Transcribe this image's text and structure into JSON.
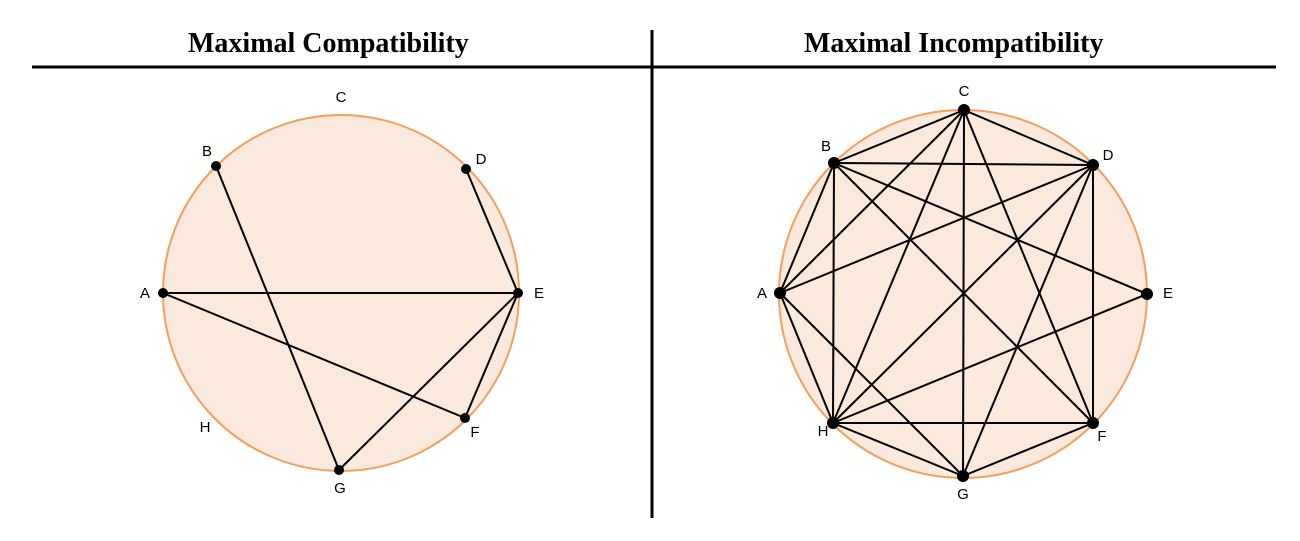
{
  "panels": [
    {
      "title": "Maximal Compatibility",
      "nodes": [
        {
          "label": "A",
          "drawn": true
        },
        {
          "label": "B",
          "drawn": true
        },
        {
          "label": "C",
          "drawn": false
        },
        {
          "label": "D",
          "drawn": true
        },
        {
          "label": "E",
          "drawn": true
        },
        {
          "label": "F",
          "drawn": true
        },
        {
          "label": "G",
          "drawn": true
        },
        {
          "label": "H",
          "drawn": false
        }
      ],
      "edges": [
        [
          "A",
          "E"
        ],
        [
          "A",
          "F"
        ],
        [
          "B",
          "G"
        ],
        [
          "D",
          "E"
        ],
        [
          "E",
          "F"
        ],
        [
          "E",
          "G"
        ]
      ]
    },
    {
      "title": "Maximal Incompatibility",
      "nodes": [
        {
          "label": "A",
          "drawn": true
        },
        {
          "label": "B",
          "drawn": true
        },
        {
          "label": "C",
          "drawn": true
        },
        {
          "label": "D",
          "drawn": true
        },
        {
          "label": "E",
          "drawn": true
        },
        {
          "label": "F",
          "drawn": true
        },
        {
          "label": "G",
          "drawn": true
        },
        {
          "label": "H",
          "drawn": true
        }
      ],
      "edges": [
        [
          "A",
          "C"
        ],
        [
          "A",
          "D"
        ],
        [
          "A",
          "G"
        ],
        [
          "A",
          "H"
        ],
        [
          "A",
          "B"
        ],
        [
          "B",
          "C"
        ],
        [
          "B",
          "D"
        ],
        [
          "B",
          "E"
        ],
        [
          "B",
          "F"
        ],
        [
          "B",
          "H"
        ],
        [
          "C",
          "D"
        ],
        [
          "C",
          "F"
        ],
        [
          "C",
          "G"
        ],
        [
          "C",
          "H"
        ],
        [
          "D",
          "F"
        ],
        [
          "D",
          "G"
        ],
        [
          "D",
          "H"
        ],
        [
          "E",
          "H"
        ],
        [
          "F",
          "G"
        ],
        [
          "F",
          "H"
        ],
        [
          "G",
          "H"
        ]
      ]
    }
  ],
  "colors": {
    "circle_fill": "#fae9dc",
    "circle_stroke": "#f0a060",
    "line": "#000000"
  }
}
